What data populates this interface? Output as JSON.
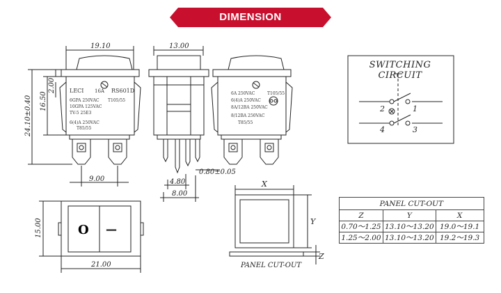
{
  "banner": {
    "title": "DIMENSION",
    "color": "#c8102e"
  },
  "dimensions": {
    "top_width": "19.10",
    "side_width": "13.00",
    "total_height": "24.10±0.40",
    "body_height": "16.50",
    "rocker_height": "2.00",
    "terminal_spacing": "9.00",
    "terminal_thickness": "0.80±0.05",
    "terminal_pitch": "4.80",
    "terminal_span": "8.00",
    "front_height": "15.00",
    "front_width": "21.00"
  },
  "front_view": {
    "brand": "LECI",
    "part": "16A",
    "model": "RS601D",
    "ratings": [
      "6GPA 250VAC",
      "10GPA 125VAC",
      "TV-5 25E3"
    ],
    "temp": "T105/55",
    "rating2": "6(4)A 250VAC",
    "rating2_sub": "T85/55"
  },
  "back_view": {
    "ratings": [
      "6A 250VAC",
      "6(4)A 250VAC",
      "8A/12BA 250VAC",
      "8/12BA 250VAC"
    ],
    "temp": "T105/55",
    "temp2": "T85/55"
  },
  "front_face": {
    "off_symbol": "O",
    "on_symbol": "—"
  },
  "switching_circuit": {
    "title": "SWITCHING CIRCUIT",
    "terminals": [
      "2",
      "1",
      "4",
      "3"
    ]
  },
  "cutout_drawing": {
    "x_label": "X",
    "y_label": "Y",
    "z_label": "Z",
    "caption": "PANEL CUT-OUT"
  },
  "cutout_table": {
    "title": "PANEL CUT-OUT",
    "headers": [
      "Z",
      "Y",
      "X"
    ],
    "rows": [
      [
        "0.70～1.25",
        "13.10～13.20",
        "19.0～19.1"
      ],
      [
        "1.25～2.00",
        "13.10～13.20",
        "19.2～19.3"
      ]
    ]
  }
}
